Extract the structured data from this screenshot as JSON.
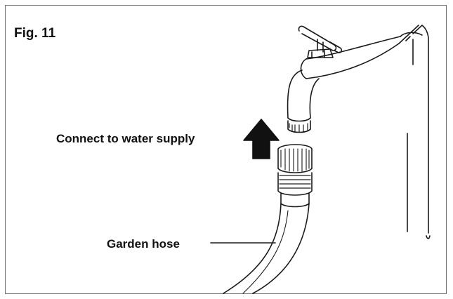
{
  "figure": {
    "label": "Fig. 11"
  },
  "callouts": {
    "water_supply": "Connect to water supply",
    "hose": "Garden hose"
  },
  "colors": {
    "line": "#1a1a1a",
    "frame": "#6e6e6e",
    "arrow": "#111111",
    "background": "#ffffff"
  }
}
